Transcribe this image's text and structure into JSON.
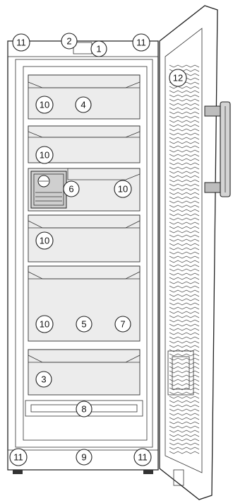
{
  "colors": {
    "line": "#222222",
    "body_fill": "#f2f2f2",
    "drawer_fill": "#ececec",
    "door_fill": "#f5f5f5",
    "handle_fill": "#bdbdbd"
  },
  "callouts": {
    "c1": "1",
    "c2": "2",
    "c3": "3",
    "c4": "4",
    "c5": "5",
    "c6": "6",
    "c7": "7",
    "c8": "8",
    "c9": "9",
    "c10": "10",
    "c11": "11",
    "c12": "12"
  }
}
